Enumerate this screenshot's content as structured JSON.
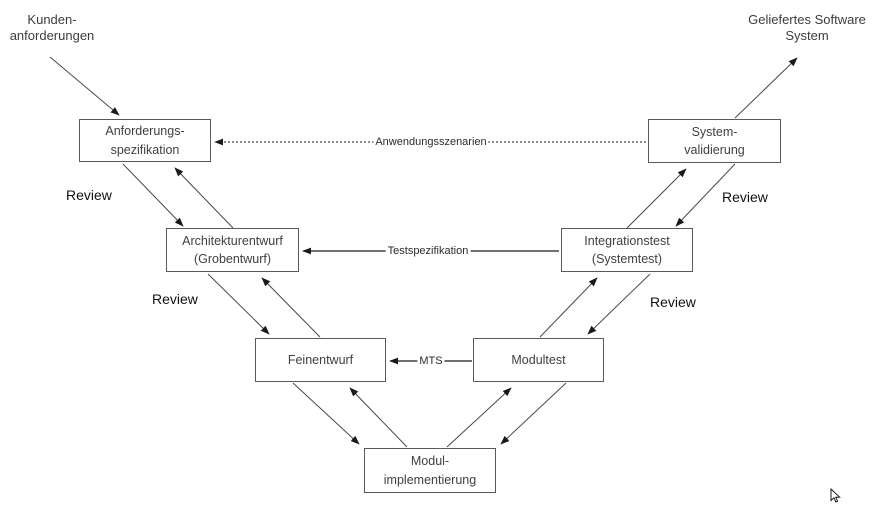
{
  "diagram": {
    "inputs": {
      "top_left": [
        "Kunden-",
        "anforderungen"
      ],
      "top_right": [
        "Geliefertes Software",
        "System"
      ]
    },
    "boxes": [
      {
        "id": "anforderungsspezifikation",
        "label": [
          "Anforderungs-",
          "spezifikation"
        ]
      },
      {
        "id": "architekturentwurf",
        "label": [
          "Architekturentwurf",
          "(Grobentwurf)"
        ]
      },
      {
        "id": "feinentwurf",
        "label": [
          "Feinentwurf"
        ]
      },
      {
        "id": "modulimplementierung",
        "label": [
          "Modul-",
          "implementierung"
        ]
      },
      {
        "id": "modultest",
        "label": [
          "Modultest"
        ]
      },
      {
        "id": "integrationstest",
        "label": [
          "Integrationstest",
          "(Systemtest)"
        ]
      },
      {
        "id": "systemvalidierung",
        "label": [
          "System-",
          "validierung"
        ]
      }
    ],
    "connectors": {
      "anwendungsszenarien": "Anwendungsszenarien",
      "testspezifikation": "Testspezifikation",
      "mts": "MTS"
    },
    "reviews": [
      "Review",
      "Review",
      "Review",
      "Review"
    ],
    "colors": {
      "background": "#ffffff",
      "box_border": "#595959",
      "box_text": "#404040",
      "line": "#4a4a4a",
      "arrowhead": "#1a1a1a",
      "review_text": "#111111"
    }
  }
}
